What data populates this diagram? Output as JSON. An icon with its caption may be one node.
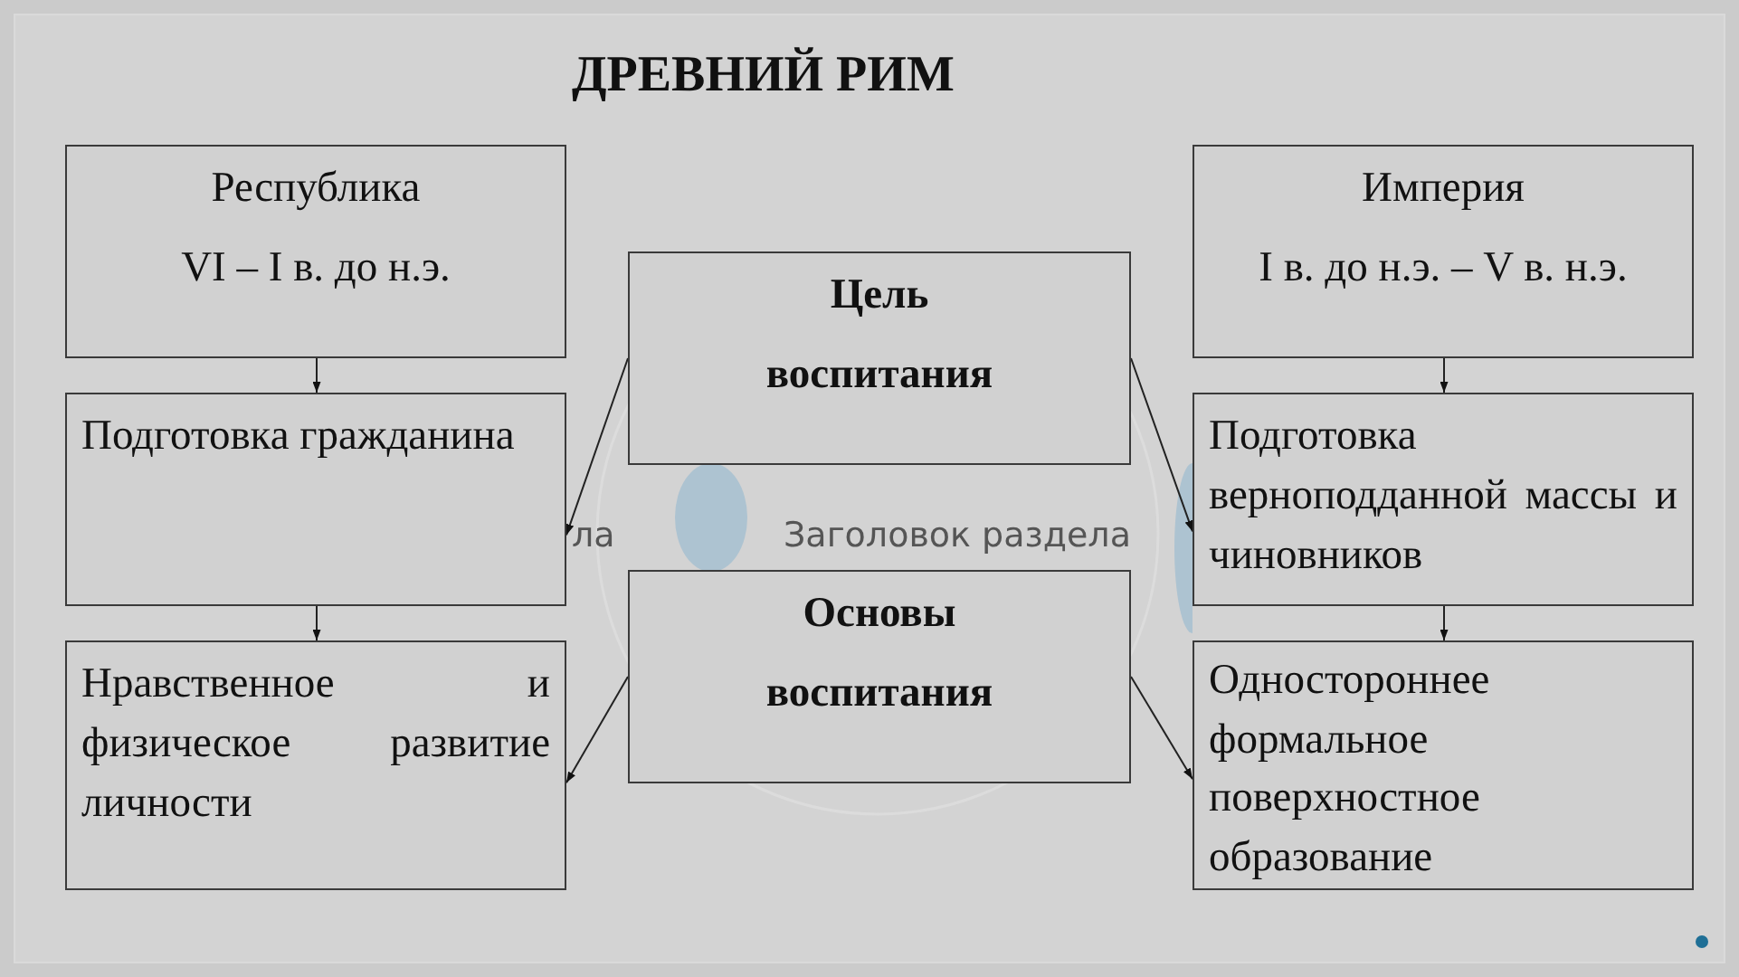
{
  "diagram": {
    "title": "ДРЕВНИЙ РИМ",
    "nodes": [
      {
        "text": [
          "Республика",
          "VI – I в. до н.э."
        ]
      },
      {
        "text": [
          "Империя",
          "I в. до н.э. – V в. н.э."
        ]
      },
      {
        "text": [
          "Цель воспитания"
        ]
      },
      {
        "text": [
          "Подготовка гражданина"
        ]
      },
      {
        "text": [
          "Подготовка верноподданной массы и чиновников"
        ]
      },
      {
        "text": [
          "Основы воспитания"
        ]
      },
      {
        "text": [
          "Нравственное и физическое развитие личности"
        ]
      },
      {
        "text": [
          "Одностороннее формальное поверхностное образование"
        ]
      }
    ],
    "edges": [
      {
        "from": 0,
        "to": 3,
        "arrow": "to"
      },
      {
        "from": 3,
        "to": 6,
        "arrow": "to"
      },
      {
        "from": 1,
        "to": 4,
        "arrow": "to"
      },
      {
        "from": 4,
        "to": 7,
        "arrow": "to"
      },
      {
        "from": 2,
        "to": 3,
        "arrow": "to"
      },
      {
        "from": 2,
        "to": 4,
        "arrow": "to"
      },
      {
        "from": 5,
        "to": 6,
        "arrow": "to"
      },
      {
        "from": 5,
        "to": 7,
        "arrow": "to"
      }
    ],
    "labels": [
      "ла",
      "Заголовок раздела"
    ]
  }
}
